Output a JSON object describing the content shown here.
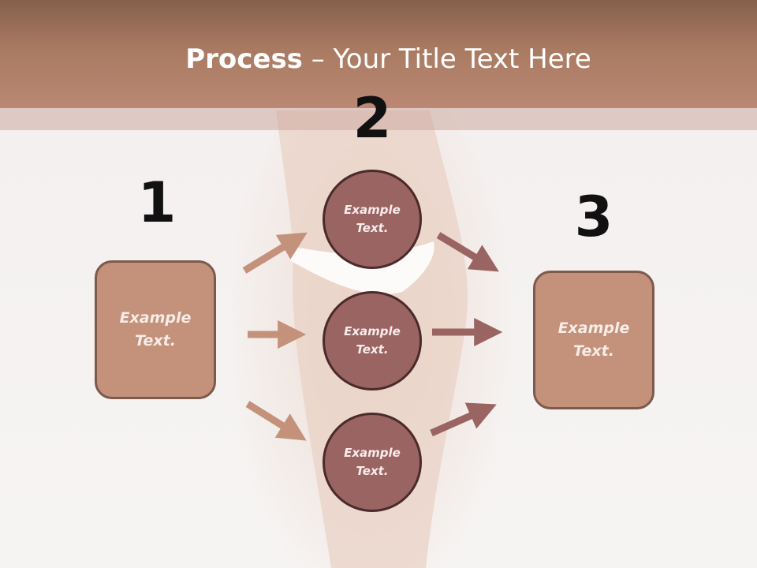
{
  "title": {
    "bold": "Process",
    "rest": " – Your Title Text Here"
  },
  "steps": [
    {
      "number": "1",
      "label": "Example Text."
    },
    {
      "number": "2",
      "label": "Example Text."
    },
    {
      "number": "3",
      "label": "Example Text."
    }
  ],
  "circles": [
    {
      "label": "Example Text."
    },
    {
      "label": "Example Text."
    },
    {
      "label": "Example Text."
    }
  ],
  "colors": {
    "header": "#a97a62",
    "box_fill": "#c4917a",
    "circle_fill": "#9a6463",
    "arrow_in": "#c4917a",
    "arrow_out": "#9a6463"
  }
}
